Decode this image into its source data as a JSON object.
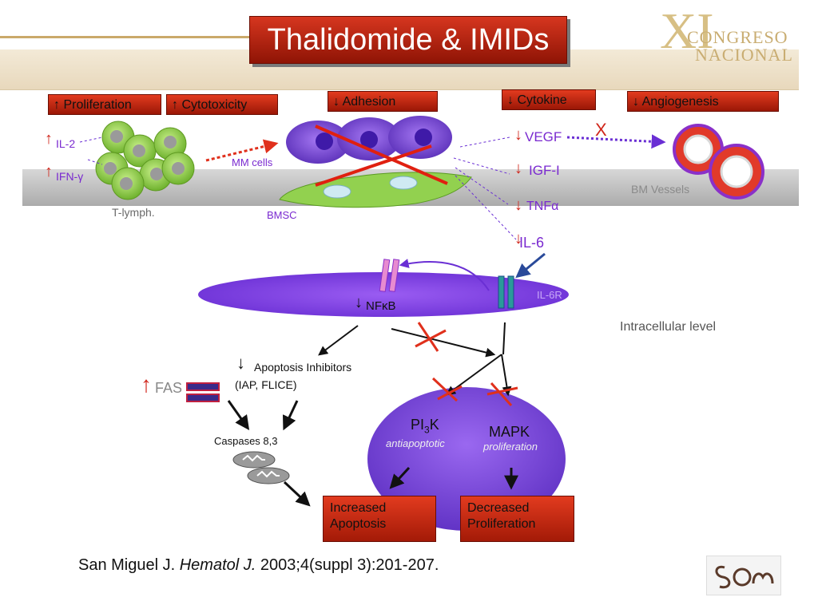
{
  "title": "Thalidomide & IMIDs",
  "logo": {
    "numeral": "XI",
    "line1": "CONGRESO",
    "line2": "NACIONAL"
  },
  "effects": {
    "proliferation": "↑ Proliferation",
    "cytotoxicity": "↑ Cytotoxicity",
    "adhesion": "↓ Adhesion",
    "cytokine": "↓ Cytokine",
    "angiogenesis": "↓ Angiogenesis"
  },
  "cells": {
    "il2_arrow": "↑",
    "il2": "IL-2",
    "ifn_arrow": "↑",
    "ifn": "IFN-γ",
    "tlymph": "T-lymph.",
    "mm_cells": "MM cells",
    "bmsc": "BMSC",
    "bm_vessels": "BM Vessels"
  },
  "cytokines": {
    "vegf_arrow": "↓",
    "vegf": "VEGF",
    "igf_arrow": "↓",
    "igf": "IGF-I",
    "tnf_arrow": "↓",
    "tnf": "TNFα",
    "il6_arrow": "↓",
    "il6": "IL-6",
    "x_mark": "X"
  },
  "membrane": {
    "nfkb_arrow": "↓",
    "nfkb": "NFκB",
    "il6r": "IL-6R",
    "intracellular": "Intracellular level"
  },
  "pathway": {
    "apoptosis_arrow": "↓",
    "apoptosis_inhibitors": "Apoptosis Inhibitors",
    "iap_flice": "(IAP, FLICE)",
    "fas_arrow": "↑",
    "fas": "FAS",
    "caspases": "Caspases 8,3",
    "pi3k_main": "PI",
    "pi3k_sub": "3",
    "pi3k_end": "K",
    "antiapoptotic": "antiapoptotic",
    "mapk": "MAPK",
    "proliferation": "proliferation",
    "increased_line1": "Increased",
    "increased_line2": "Apoptosis",
    "decreased_line1": "Decreased",
    "decreased_line2": "Proliferation"
  },
  "citation": {
    "author": "San Miguel J. ",
    "journal": "Hematol J.",
    "rest": " 2003;4(suppl 3):201-207."
  },
  "colors": {
    "accent_red": "#d0261b",
    "box_red": "#c42a12",
    "membrane_purple": "#8a45e8",
    "cell_green": "#8fd04a",
    "mm_purple": "#7d45d8"
  }
}
